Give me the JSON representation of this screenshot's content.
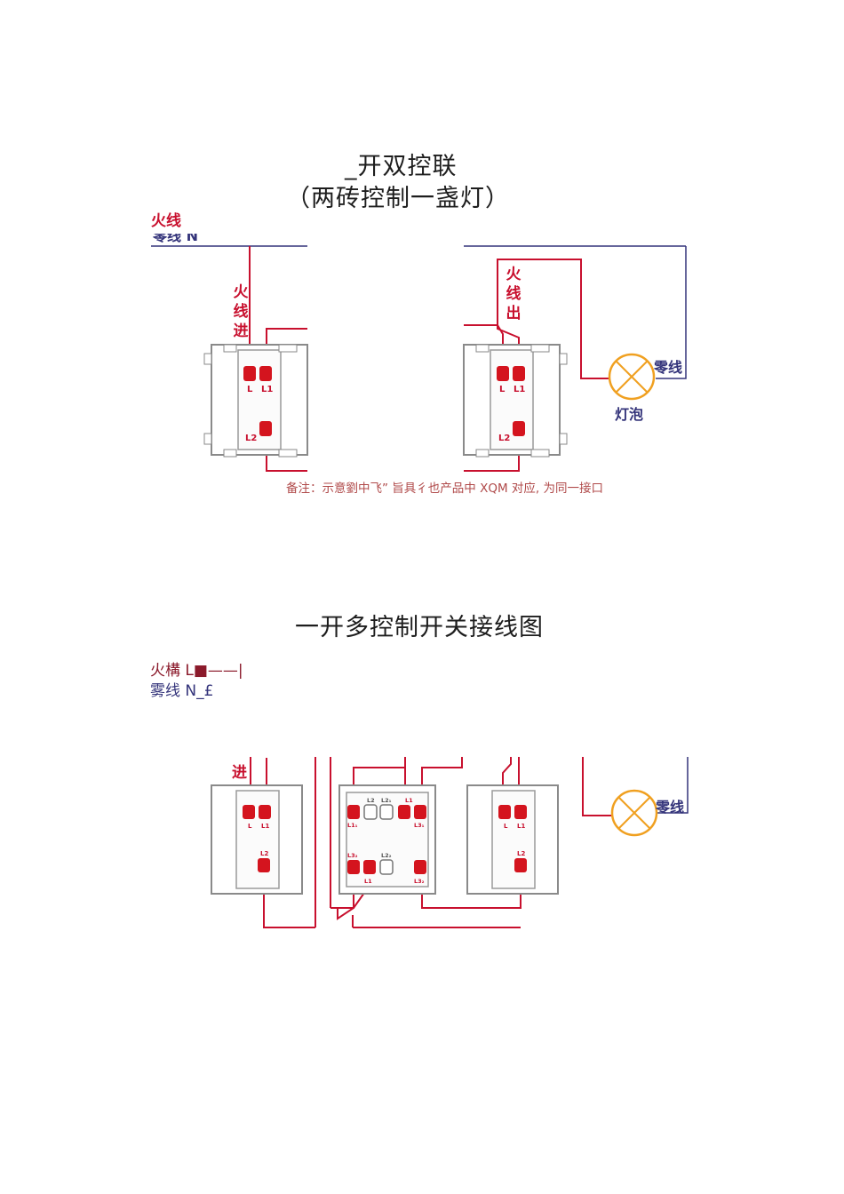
{
  "section1": {
    "title_line1": "_开双控联",
    "title_line2": "（两砖控制一盏灯）",
    "label_live": "火线",
    "label_neutral_top": "零线 N",
    "label_live_in": [
      "火",
      "线",
      "进"
    ],
    "label_live_out": [
      "火",
      "线",
      "出"
    ],
    "label_neutral": "零线",
    "label_bulb": "灯泡",
    "terminal_labels": {
      "l": "L",
      "l1": "L1",
      "l2": "L2"
    },
    "note": "备注：示意劉中飞” 旨具彳也产品中 XQM 对应, 为同一接口"
  },
  "section2": {
    "title": "一开多控制开关接线图",
    "legend_live": "火構 L■——|",
    "legend_neutral": "雾线 N_£",
    "label_in": "进",
    "label_neutral": "零线",
    "switch_terminals": {
      "l": "L",
      "l1": "L1",
      "l2": "L2"
    },
    "middle_terminals": {
      "top_left": "L2",
      "top_mid": "L2₁",
      "top_right": "L1",
      "left_a": "L1₁",
      "right_a": "L3₁",
      "bottom_left": "L3₂",
      "bottom_mid": "L2₂",
      "bottom_l1": "L1",
      "bottom_right": "L3₂"
    }
  },
  "colors": {
    "live": "#c8102e",
    "neutral": "#33337a",
    "switch_outline": "#8a8a8a",
    "terminal": "#d4141e",
    "bulb": "#f0a020"
  }
}
